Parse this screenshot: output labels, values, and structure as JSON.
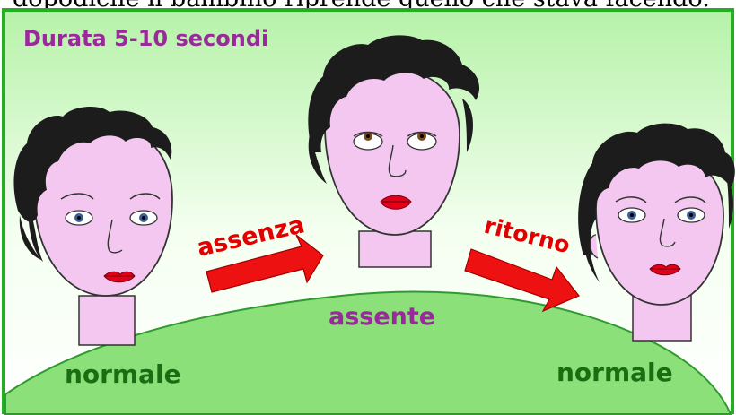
{
  "caption_top": "dopodiché il bambino riprende quello che stava facendo.",
  "duration_label": "Durata 5-10 secondi",
  "arrows": {
    "first": "assenza",
    "second": "ritorno"
  },
  "states": {
    "left": "normale",
    "center": "assente",
    "right": "normale"
  },
  "colors": {
    "frame_border": "#22b022",
    "sky_top": "#b6f2a8",
    "sky_bottom": "#ffffff",
    "hill": "#8be07a",
    "hill_edge": "#2f9a2f",
    "skin": "#f4c7f0",
    "hair": "#1c1c1c",
    "lips": "#e2001a",
    "arrow": "#ee1111",
    "label_purple": "#9a2a9c",
    "label_green": "#1b6d12",
    "label_red": "#e20000"
  },
  "icons": [
    "face-normal-left",
    "face-absent-center",
    "face-normal-right",
    "arrow-right-icon"
  ]
}
